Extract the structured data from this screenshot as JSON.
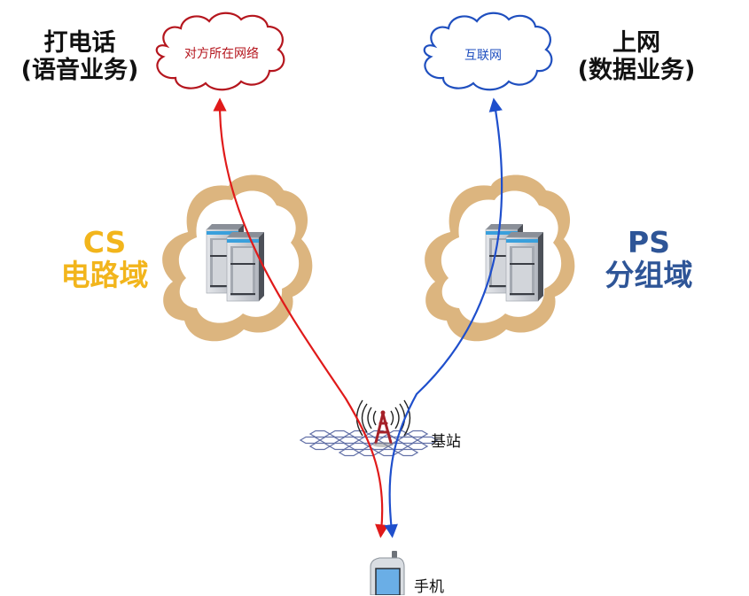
{
  "voice_service": {
    "title": "打电话",
    "subtitle": "(语音业务)",
    "target_network": "对方所在网络",
    "color": "#c0141c"
  },
  "data_service": {
    "title": "上网",
    "subtitle": "(数据业务)",
    "target_network": "互联网",
    "color": "#1f4fbf"
  },
  "cs_domain": {
    "abbr": "CS",
    "name": "电路域",
    "color": "#f2b51c"
  },
  "ps_domain": {
    "abbr": "PS",
    "name": "分组域",
    "color": "#2e5597"
  },
  "base_station": {
    "label": "基站"
  },
  "handset": {
    "label": "手机"
  },
  "colors": {
    "domain_cloud": "#dcb57f",
    "voice_arrow": "#e01a1a",
    "data_arrow": "#1f4fcc",
    "server_body": "#c9ccd2",
    "server_stripe": "#3aa0dc",
    "tower": "#a52028",
    "hex_grid": "#4a5a9a"
  }
}
